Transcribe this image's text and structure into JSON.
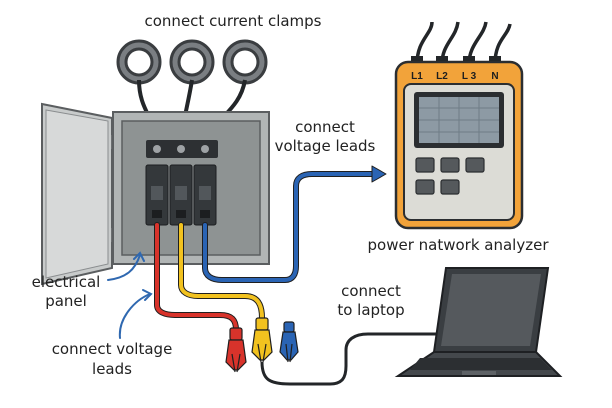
{
  "labels": {
    "connect_clamps": "connect current clamps",
    "connect_voltage_top_line1": "connect",
    "connect_voltage_top_line2": "voltage leads",
    "analyzer": "power natwork analyzer",
    "electrical_panel_line1": "electrical",
    "electrical_panel_line2": "panel",
    "connect_voltage_bottom_line1": "connect voltage",
    "connect_voltage_bottom_line2": "leads",
    "connect_laptop_line1": "connect",
    "connect_laptop_line2": "to laptop"
  },
  "terminals": [
    "L1",
    "L2",
    "L 3",
    "N"
  ],
  "colors": {
    "orange": "#f2a33a",
    "lead_red": "#d8332b",
    "lead_yellow": "#f2c21f",
    "lead_blue": "#2a64b4",
    "arrow_blue": "#2f68b0",
    "panel_gray": "#b4b8b8",
    "dark": "#2b2e31"
  },
  "icons": [
    "current-clamp-icon",
    "breaker-icon",
    "alligator-clip-icon",
    "laptop-icon",
    "analyzer-icon"
  ]
}
